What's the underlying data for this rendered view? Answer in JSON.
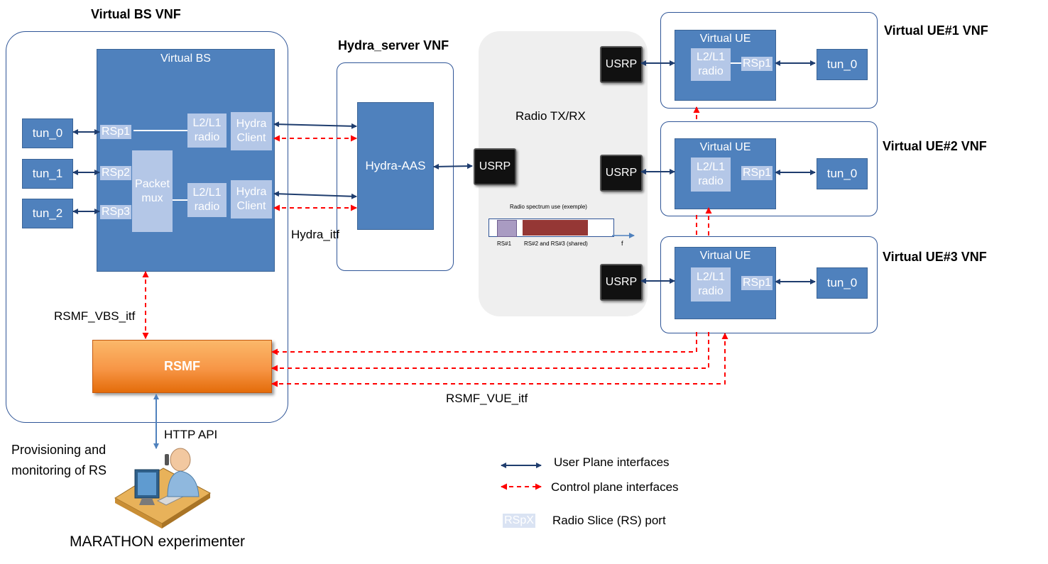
{
  "vbs_vnf": {
    "title": "Virtual BS VNF",
    "virtual_bs_label": "Virtual BS",
    "tuns": [
      "tun_0",
      "tun_1",
      "tun_2"
    ],
    "rsp": [
      "RSp1",
      "RSp2",
      "RSp3"
    ],
    "packet_mux": [
      "Packet",
      "mux"
    ],
    "l2l1": [
      "L2/L1",
      "radio"
    ],
    "hydra_client": [
      "Hydra",
      "Client"
    ],
    "rsmf_label": "RSMF",
    "rsmf_vbs_itf": "RSMF_VBS_itf"
  },
  "hydra_server": {
    "title": "Hydra_server VNF",
    "aas_label": "Hydra-AAS",
    "itf_label": "Hydra_itf"
  },
  "radio": {
    "title": "Radio TX/RX",
    "usrp_label": "USRP",
    "spectrum_title": "Radio  spectrum  use (exemple)",
    "rs1_label": "RS#1",
    "rs23_label": "RS#2 and RS#3  (shared)",
    "f_label": "f"
  },
  "ues": [
    {
      "title": "Virtual UE#1 VNF",
      "box_label": "Virtual UE",
      "l2l1": [
        "L2/L1",
        "radio"
      ],
      "rsp": "RSp1",
      "tun": "tun_0"
    },
    {
      "title": "Virtual UE#2 VNF",
      "box_label": "Virtual UE",
      "l2l1": [
        "L2/L1",
        "radio"
      ],
      "rsp": "RSp1",
      "tun": "tun_0"
    },
    {
      "title": "Virtual UE#3 VNF",
      "box_label": "Virtual UE",
      "l2l1": [
        "L2/L1",
        "radio"
      ],
      "rsp": "RSp1",
      "tun": "tun_0"
    }
  ],
  "rsmf_vue_itf": "RSMF_VUE_itf",
  "http_api": "HTTP API",
  "provisioning": [
    "Provisioning and",
    "monitoring  of RS"
  ],
  "experimenter": "MARATHON experimenter",
  "legend": {
    "user_plane": "User Plane interfaces",
    "control_plane": "Control plane interfaces",
    "rspx_swatch": "RSpX",
    "rspx": "Radio Slice (RS) port"
  },
  "colors": {
    "user_plane": "#1f3d6e",
    "control_plane": "#ff0000",
    "box_blue": "#4f81bd",
    "port_light": "#b4c7e7",
    "rsmf_orange": "#f79646"
  }
}
